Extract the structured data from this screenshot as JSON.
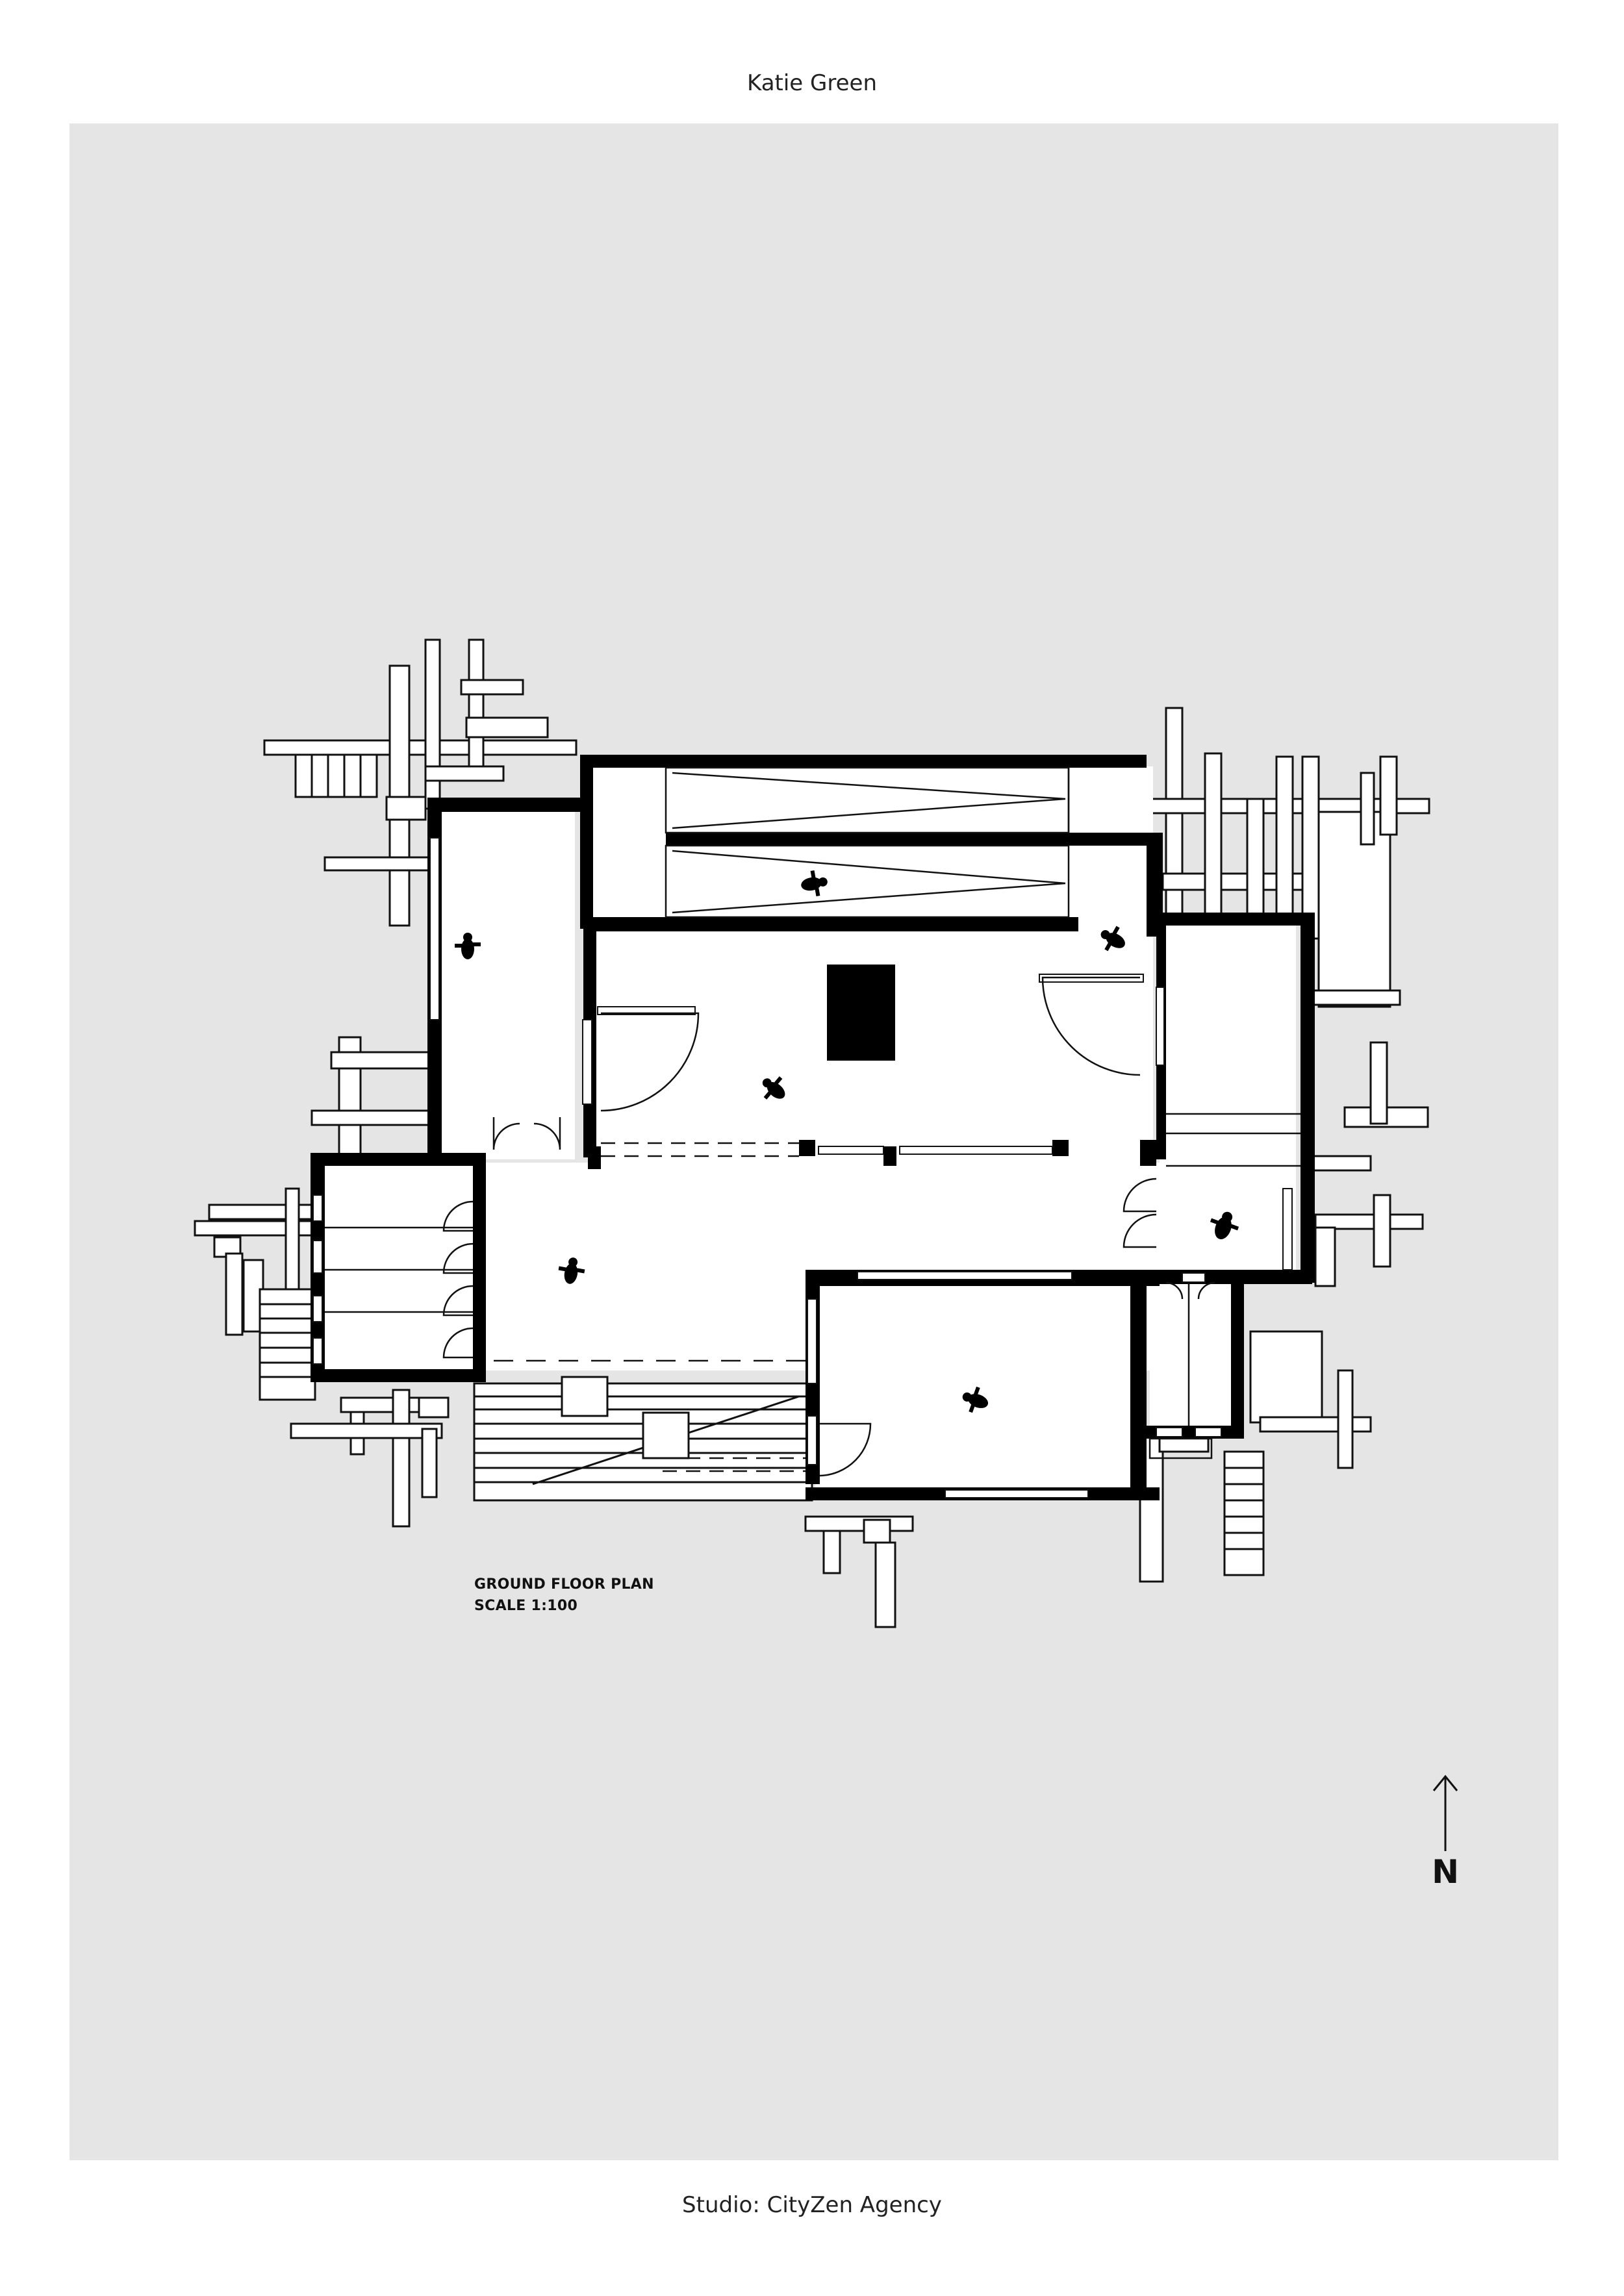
{
  "header": {
    "author": "Katie Green"
  },
  "plan": {
    "title": "GROUND FLOOR PLAN",
    "scale": "SCALE 1:100",
    "north_label": "N"
  },
  "footer": {
    "studio": "Studio: CityZen Agency"
  },
  "colors": {
    "panel": "#e5e5e5",
    "wall": "#000000",
    "room_fill": "#ffffff",
    "line": "#111111"
  }
}
